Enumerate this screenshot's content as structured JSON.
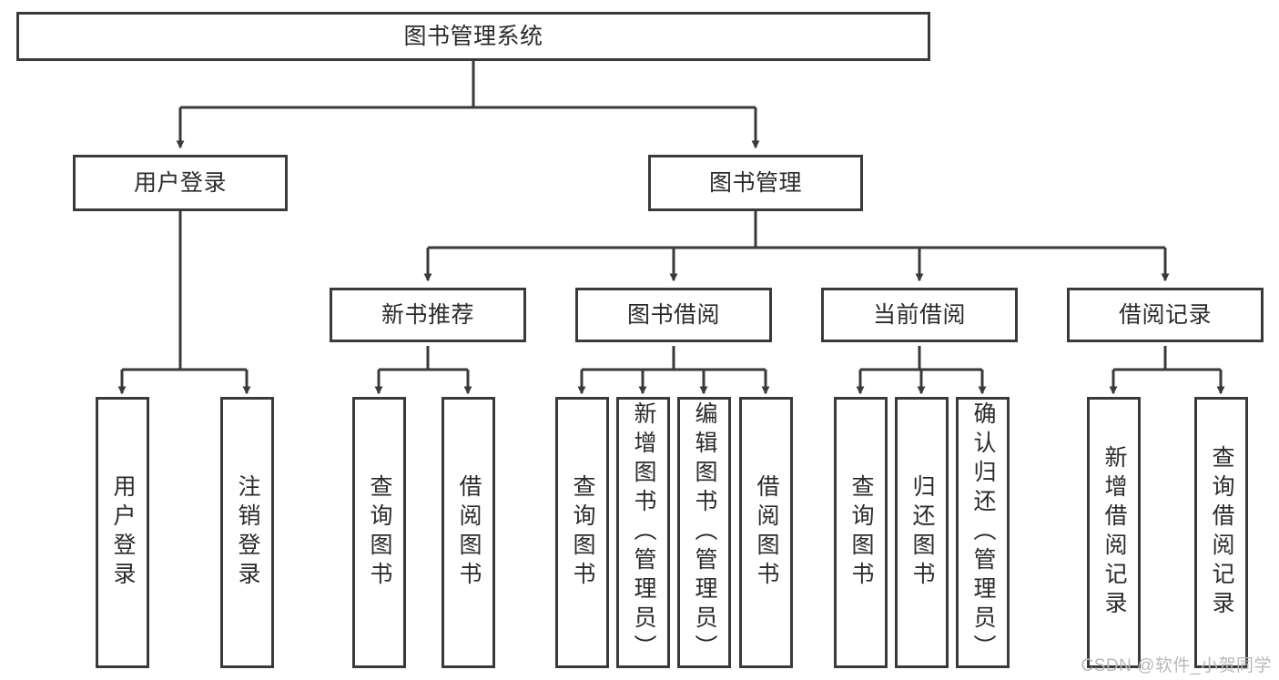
{
  "diagram": {
    "type": "hierarchy-tree",
    "title": "图书管理系统",
    "colors": {
      "box_border": "#3a3a3a",
      "box_fill": "#ffffff",
      "connector": "#3a3a3a",
      "text": "#2b2b2b",
      "watermark": "#b9b9b9",
      "background": "#ffffff"
    },
    "levels": {
      "level0": "root",
      "level1": "modules",
      "level2": "sub-modules",
      "level3": "functions"
    }
  },
  "root": {
    "label": "图书管理系统"
  },
  "level1": [
    {
      "id": "user-login",
      "label": "用户登录"
    },
    {
      "id": "book-management",
      "label": "图书管理"
    }
  ],
  "level2": [
    {
      "id": "new-book-recommend",
      "label": "新书推荐",
      "parent": "book-management"
    },
    {
      "id": "book-borrow",
      "label": "图书借阅",
      "parent": "book-management"
    },
    {
      "id": "current-borrow",
      "label": "当前借阅",
      "parent": "book-management"
    },
    {
      "id": "borrow-record",
      "label": "借阅记录",
      "parent": "book-management"
    }
  ],
  "leaves": [
    {
      "id": "leaf-user-login",
      "label": "用户登录",
      "parent": "user-login"
    },
    {
      "id": "leaf-logout-login",
      "label": "注销登录",
      "parent": "user-login"
    },
    {
      "id": "leaf-query-book-1",
      "label": "查询图书",
      "parent": "new-book-recommend"
    },
    {
      "id": "leaf-borrow-book-1",
      "label": "借阅图书",
      "parent": "new-book-recommend"
    },
    {
      "id": "leaf-query-book-2",
      "label": "查询图书",
      "parent": "book-borrow"
    },
    {
      "id": "leaf-add-book",
      "label": "新增图书（管理员）",
      "parent": "book-borrow"
    },
    {
      "id": "leaf-edit-book",
      "label": "编辑图书（管理员）",
      "parent": "book-borrow"
    },
    {
      "id": "leaf-borrow-book-2",
      "label": "借阅图书",
      "parent": "book-borrow"
    },
    {
      "id": "leaf-query-book-3",
      "label": "查询图书",
      "parent": "current-borrow"
    },
    {
      "id": "leaf-return-book",
      "label": "归还图书",
      "parent": "current-borrow"
    },
    {
      "id": "leaf-confirm-return",
      "label": "确认归还（管理员）",
      "parent": "current-borrow"
    },
    {
      "id": "leaf-add-record",
      "label": "新增借阅记录",
      "parent": "borrow-record"
    },
    {
      "id": "leaf-query-record",
      "label": "查询借阅记录",
      "parent": "borrow-record"
    }
  ],
  "watermark": {
    "text": "CSDN @软件_小贺同学"
  }
}
